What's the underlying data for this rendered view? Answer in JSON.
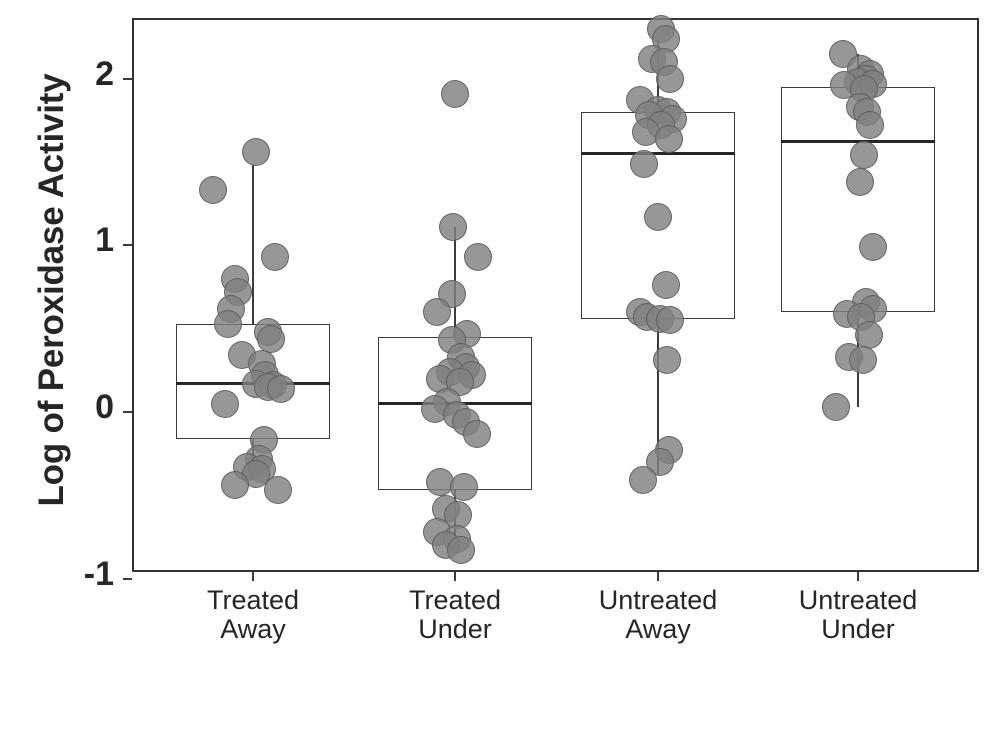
{
  "chart_data": {
    "type": "box",
    "title": "",
    "xlabel": "",
    "ylabel": "Log of Peroxidase Activity",
    "ylim": [
      -1.12,
      2.45
    ],
    "yticks": [
      -1,
      0,
      1,
      2
    ],
    "ytick_labels": [
      "-1",
      "0",
      "1",
      "2"
    ],
    "grid": false,
    "legend": "none",
    "overlay": "jittered points (gray, semi-transparent)",
    "categories": [
      "Treated Away",
      "Treated Under",
      "Untreated Away",
      "Untreated Under"
    ],
    "category_label_lines": [
      [
        "Treated",
        "Away"
      ],
      [
        "Treated",
        "Under"
      ],
      [
        "Untreated",
        "Away"
      ],
      [
        "Untreated",
        "Under"
      ]
    ],
    "boxes": [
      {
        "category": "Treated Away",
        "q1": -0.16,
        "median": 0.17,
        "q3": 0.53,
        "whisker_low": -0.39,
        "whisker_high": 1.48,
        "points": [
          {
            "v": 1.56,
            "jx": 0.02
          },
          {
            "v": 1.33,
            "jx": -0.26
          },
          {
            "v": 0.93,
            "jx": 0.14
          },
          {
            "v": 0.8,
            "jx": -0.12
          },
          {
            "v": 0.72,
            "jx": -0.1
          },
          {
            "v": 0.62,
            "jx": -0.14
          },
          {
            "v": 0.53,
            "jx": -0.16
          },
          {
            "v": 0.48,
            "jx": 0.1
          },
          {
            "v": 0.44,
            "jx": 0.12
          },
          {
            "v": 0.34,
            "jx": -0.07
          },
          {
            "v": 0.29,
            "jx": 0.06
          },
          {
            "v": 0.22,
            "jx": 0.08
          },
          {
            "v": 0.17,
            "jx": 0.02
          },
          {
            "v": 0.16,
            "jx": 0.13
          },
          {
            "v": 0.15,
            "jx": 0.1
          },
          {
            "v": 0.14,
            "jx": 0.18
          },
          {
            "v": 0.05,
            "jx": -0.18
          },
          {
            "v": -0.17,
            "jx": 0.07
          },
          {
            "v": -0.28,
            "jx": 0.04
          },
          {
            "v": -0.33,
            "jx": -0.04
          },
          {
            "v": -0.34,
            "jx": 0.06
          },
          {
            "v": -0.37,
            "jx": 0.02
          },
          {
            "v": -0.44,
            "jx": -0.12
          },
          {
            "v": -0.47,
            "jx": 0.16
          }
        ]
      },
      {
        "category": "Treated Under",
        "q1": -0.47,
        "median": 0.05,
        "q3": 0.45,
        "whisker_low": -0.8,
        "whisker_high": 1.11,
        "points": [
          {
            "v": 1.91,
            "jx": 0.0
          },
          {
            "v": 1.11,
            "jx": -0.01
          },
          {
            "v": 0.93,
            "jx": 0.15
          },
          {
            "v": 0.71,
            "jx": -0.02
          },
          {
            "v": 0.6,
            "jx": -0.12
          },
          {
            "v": 0.47,
            "jx": 0.08
          },
          {
            "v": 0.43,
            "jx": -0.02
          },
          {
            "v": 0.33,
            "jx": 0.04
          },
          {
            "v": 0.27,
            "jx": 0.07
          },
          {
            "v": 0.24,
            "jx": -0.03
          },
          {
            "v": 0.22,
            "jx": 0.11
          },
          {
            "v": 0.2,
            "jx": -0.1
          },
          {
            "v": 0.18,
            "jx": 0.03
          },
          {
            "v": 0.06,
            "jx": -0.05
          },
          {
            "v": 0.02,
            "jx": -0.13
          },
          {
            "v": -0.02,
            "jx": 0.01
          },
          {
            "v": -0.06,
            "jx": 0.07
          },
          {
            "v": -0.13,
            "jx": 0.14
          },
          {
            "v": -0.42,
            "jx": -0.1
          },
          {
            "v": -0.45,
            "jx": 0.06
          },
          {
            "v": -0.58,
            "jx": -0.06
          },
          {
            "v": -0.62,
            "jx": 0.02
          },
          {
            "v": -0.72,
            "jx": -0.12
          },
          {
            "v": -0.76,
            "jx": 0.01
          },
          {
            "v": -0.8,
            "jx": -0.06
          },
          {
            "v": -0.83,
            "jx": 0.04
          }
        ]
      },
      {
        "category": "Untreated Away",
        "q1": 0.56,
        "median": 1.55,
        "q3": 1.8,
        "whisker_low": -0.38,
        "whisker_high": 2.24,
        "points": [
          {
            "v": 2.3,
            "jx": 0.02
          },
          {
            "v": 2.24,
            "jx": 0.05
          },
          {
            "v": 2.12,
            "jx": -0.04
          },
          {
            "v": 2.1,
            "jx": 0.04
          },
          {
            "v": 2.0,
            "jx": 0.08
          },
          {
            "v": 1.87,
            "jx": -0.12
          },
          {
            "v": 1.81,
            "jx": 0.0
          },
          {
            "v": 1.8,
            "jx": 0.06
          },
          {
            "v": 1.78,
            "jx": -0.06
          },
          {
            "v": 1.76,
            "jx": 0.1
          },
          {
            "v": 1.72,
            "jx": 0.02
          },
          {
            "v": 1.68,
            "jx": -0.08
          },
          {
            "v": 1.64,
            "jx": 0.07
          },
          {
            "v": 1.49,
            "jx": -0.09
          },
          {
            "v": 1.17,
            "jx": 0.0
          },
          {
            "v": 0.76,
            "jx": 0.05
          },
          {
            "v": 0.6,
            "jx": -0.12
          },
          {
            "v": 0.57,
            "jx": -0.07
          },
          {
            "v": 0.56,
            "jx": 0.01
          },
          {
            "v": 0.55,
            "jx": 0.08
          },
          {
            "v": 0.31,
            "jx": 0.06
          },
          {
            "v": -0.23,
            "jx": 0.07
          },
          {
            "v": -0.3,
            "jx": 0.01
          },
          {
            "v": -0.41,
            "jx": -0.1
          }
        ]
      },
      {
        "category": "Untreated Under",
        "q1": 0.6,
        "median": 1.62,
        "q3": 1.95,
        "whisker_low": 0.03,
        "whisker_high": 2.15,
        "points": [
          {
            "v": 2.15,
            "jx": -0.1
          },
          {
            "v": 2.06,
            "jx": 0.02
          },
          {
            "v": 2.03,
            "jx": 0.08
          },
          {
            "v": 2.0,
            "jx": 0.05
          },
          {
            "v": 1.98,
            "jx": 0.0
          },
          {
            "v": 1.97,
            "jx": 0.1
          },
          {
            "v": 1.96,
            "jx": -0.09
          },
          {
            "v": 1.94,
            "jx": 0.04
          },
          {
            "v": 1.83,
            "jx": 0.01
          },
          {
            "v": 1.8,
            "jx": 0.06
          },
          {
            "v": 1.72,
            "jx": 0.08
          },
          {
            "v": 1.54,
            "jx": 0.04
          },
          {
            "v": 1.38,
            "jx": 0.01
          },
          {
            "v": 0.99,
            "jx": 0.1
          },
          {
            "v": 0.66,
            "jx": 0.05
          },
          {
            "v": 0.62,
            "jx": 0.1
          },
          {
            "v": 0.59,
            "jx": -0.07
          },
          {
            "v": 0.57,
            "jx": 0.02
          },
          {
            "v": 0.46,
            "jx": 0.07
          },
          {
            "v": 0.33,
            "jx": -0.06
          },
          {
            "v": 0.31,
            "jx": 0.03
          },
          {
            "v": 0.03,
            "jx": -0.14
          }
        ]
      }
    ]
  },
  "axes": {
    "y_axis_title": "Log of Peroxidase Activity"
  }
}
